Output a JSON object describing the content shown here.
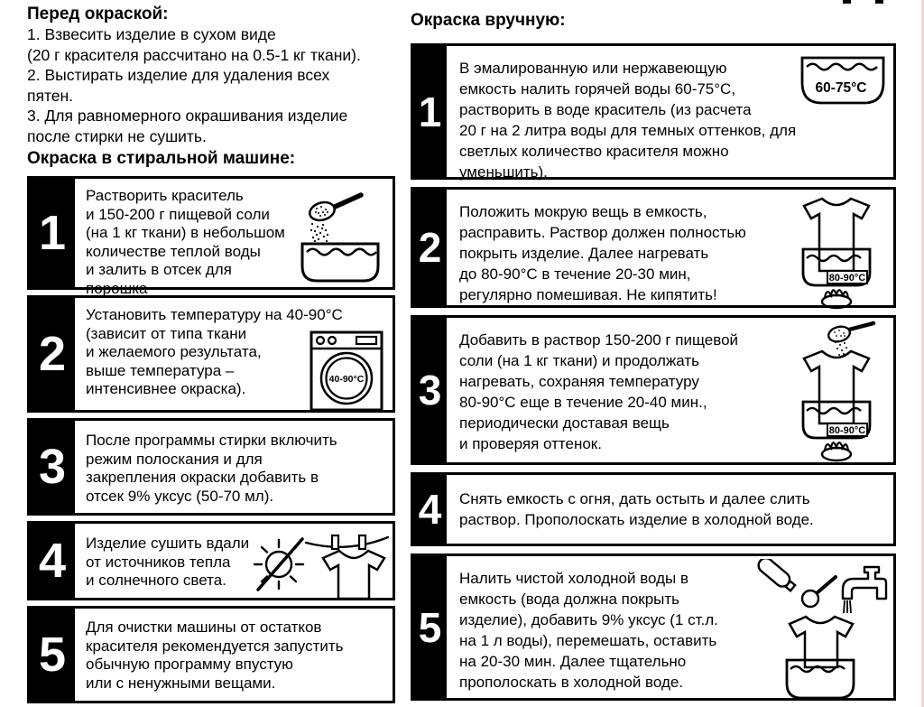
{
  "left": {
    "intro_title": "Перед окраской:",
    "intro_text": "1. Взвесить изделие в сухом виде\n(20 г красителя рассчитано на 0.5-1 кг ткани).\n2. Выстирать изделие для удаления всех\nпятен.\n3. Для равномерного окрашивания изделие\nпосле стирки не сушить.",
    "section_title": "Окраска в стиральной машине:",
    "steps": [
      {
        "num": "1",
        "text": "Растворить краситель\nи 150-200 г пищевой соли\n(на 1 кг ткани) в небольшом\nколичестве теплой воды\nи залить в отсек для порошка\nили в барабан."
      },
      {
        "num": "2",
        "text": "Установить температуру на 40-90°С\n(зависит от типа ткани\nи желаемого результата,\nвыше температура –\nинтенсивнее окраска)."
      },
      {
        "num": "3",
        "text": "После программы стирки включить\nрежим полоскания и для\nзакрепления окраски добавить в\nотсек 9% уксус (50-70 мл)."
      },
      {
        "num": "4",
        "text": "Изделие сушить вдали\nот источников тепла\nи солнечного света."
      },
      {
        "num": "5",
        "text": "Для очистки машины от остатков\nкрасителя рекомендуется запустить\nобычную программу впустую\nили с ненужными вещами."
      }
    ]
  },
  "right": {
    "section_title": "Окраска вручную:",
    "steps": [
      {
        "num": "1",
        "text": "В эмалированную или нержавеющую\nемкость налить горячей воды 60-75°С,\nрастворить в воде краситель (из расчета\n20 г на 2 литра воды для темных оттенков, для\nсветлых количество красителя можно уменьшить)."
      },
      {
        "num": "2",
        "text": "Положить мокрую вещь в емкость,\nрасправить. Раствор должен полностью\nпокрыть изделие. Далее нагревать\nдо 80-90°С в течение 20-30 мин,\nрегулярно помешивая. Не кипятить!"
      },
      {
        "num": "3",
        "text": "Добавить в раствор 150-200 г пищевой\nсоли (на 1 кг ткани) и продолжать\nнагревать, сохраняя температуру\n80-90°С еще в течение 20-40 мин.,\nпериодически доставая вещь\nи проверяя оттенок."
      },
      {
        "num": "4",
        "text": "Снять емкость с огня, дать остыть и далее слить\nраствор. Прополоскать изделие в холодной воде."
      },
      {
        "num": "5",
        "text": "Налить чистой холодной воды в\nемкость (вода должна покрыть\nизделие), добавить 9% уксус (1 ст.л.\nна 1 л воды), перемешать, оставить\nна 20-30 мин. Далее тщательно\nпрополоскать в холодной воде."
      }
    ]
  },
  "icons": {
    "left_step1": "salt-spoon-over-pot",
    "left_step2": "washing-machine",
    "left_step4": "no-sun-and-shirt-on-clothesline",
    "right_step1": "bowl-hot-water",
    "right_step2": "shirt-in-pot-over-flame",
    "right_step3": "salt-spoon-shirt-in-pot-over-flame",
    "right_step5": "bottle-spoon-faucet-shirt-in-tub",
    "labels": {
      "machine_temp": "40-90°C",
      "bowl_temp": "60-75°C",
      "pot_temp": "80-90°C"
    }
  }
}
